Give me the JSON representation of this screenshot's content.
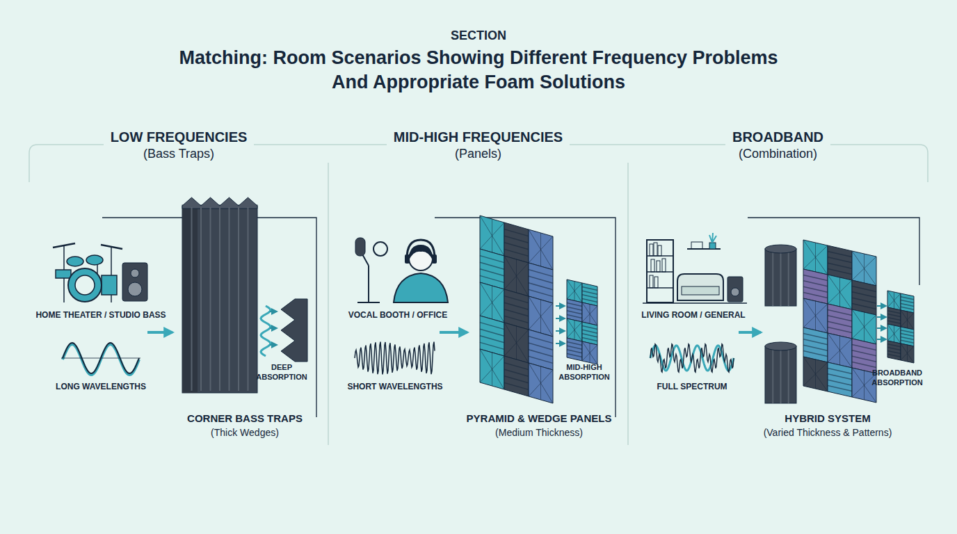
{
  "diagram": {
    "title": "Matching: Room Scenarios Showing Different Frequency Problems And Appropriate Foam Solutions",
    "nodes": [
      {
        "text": [
          "LOW FREQUENCIES",
          "(Bass Traps)"
        ]
      },
      {
        "text": [
          "MID-HIGH FREQUENCIES",
          "(Panels)"
        ]
      },
      {
        "text": [
          "BROADBAND",
          "(Combination)"
        ]
      }
    ],
    "labels": [
      "SECTION",
      "HOME THEATER / STUDIO BASS",
      "LONG WAVELENGTHS",
      "DEEP ABSORPTION",
      "CORNER BASS TRAPS",
      "(Thick Wedges)",
      "VOCAL BOOTH / OFFICE",
      "SHORT WAVELENGTHS",
      "MID-HIGH ABSORPTION",
      "PYRAMID & WEDGE PANELS",
      "(Medium Thickness)",
      "LIVING ROOM / GENERAL",
      "FULL SPECTRUM",
      "BROADBAND ABSORPTION",
      "HYBRID SYSTEM",
      "(Varied Thickness & Patterns)"
    ]
  }
}
